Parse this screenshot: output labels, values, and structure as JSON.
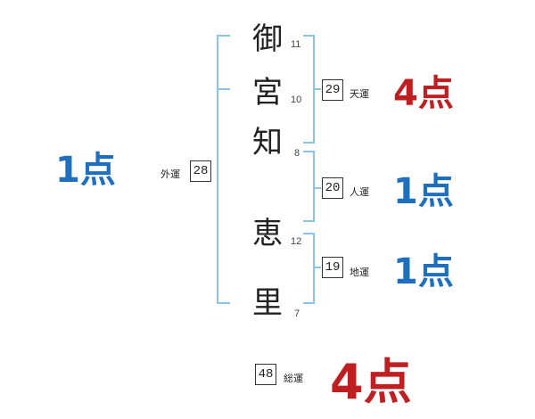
{
  "name_chars": [
    {
      "char": "御",
      "strokes": "11"
    },
    {
      "char": "宮",
      "strokes": "10"
    },
    {
      "char": "知",
      "strokes": "8"
    },
    {
      "char": "恵",
      "strokes": "12"
    },
    {
      "char": "里",
      "strokes": "7"
    }
  ],
  "gaiun": {
    "label": "外運",
    "value": "28",
    "score": "1点"
  },
  "tenun": {
    "label": "天運",
    "value": "29",
    "score": "4点"
  },
  "jinun": {
    "label": "人運",
    "value": "20",
    "score": "1点"
  },
  "chiun": {
    "label": "地運",
    "value": "19",
    "score": "1点"
  },
  "souun": {
    "label": "総運",
    "value": "48",
    "score": "4点"
  },
  "colors": {
    "good": "#c01f22",
    "bad": "#1f6fbf",
    "bracket": "#8cc4e8"
  }
}
